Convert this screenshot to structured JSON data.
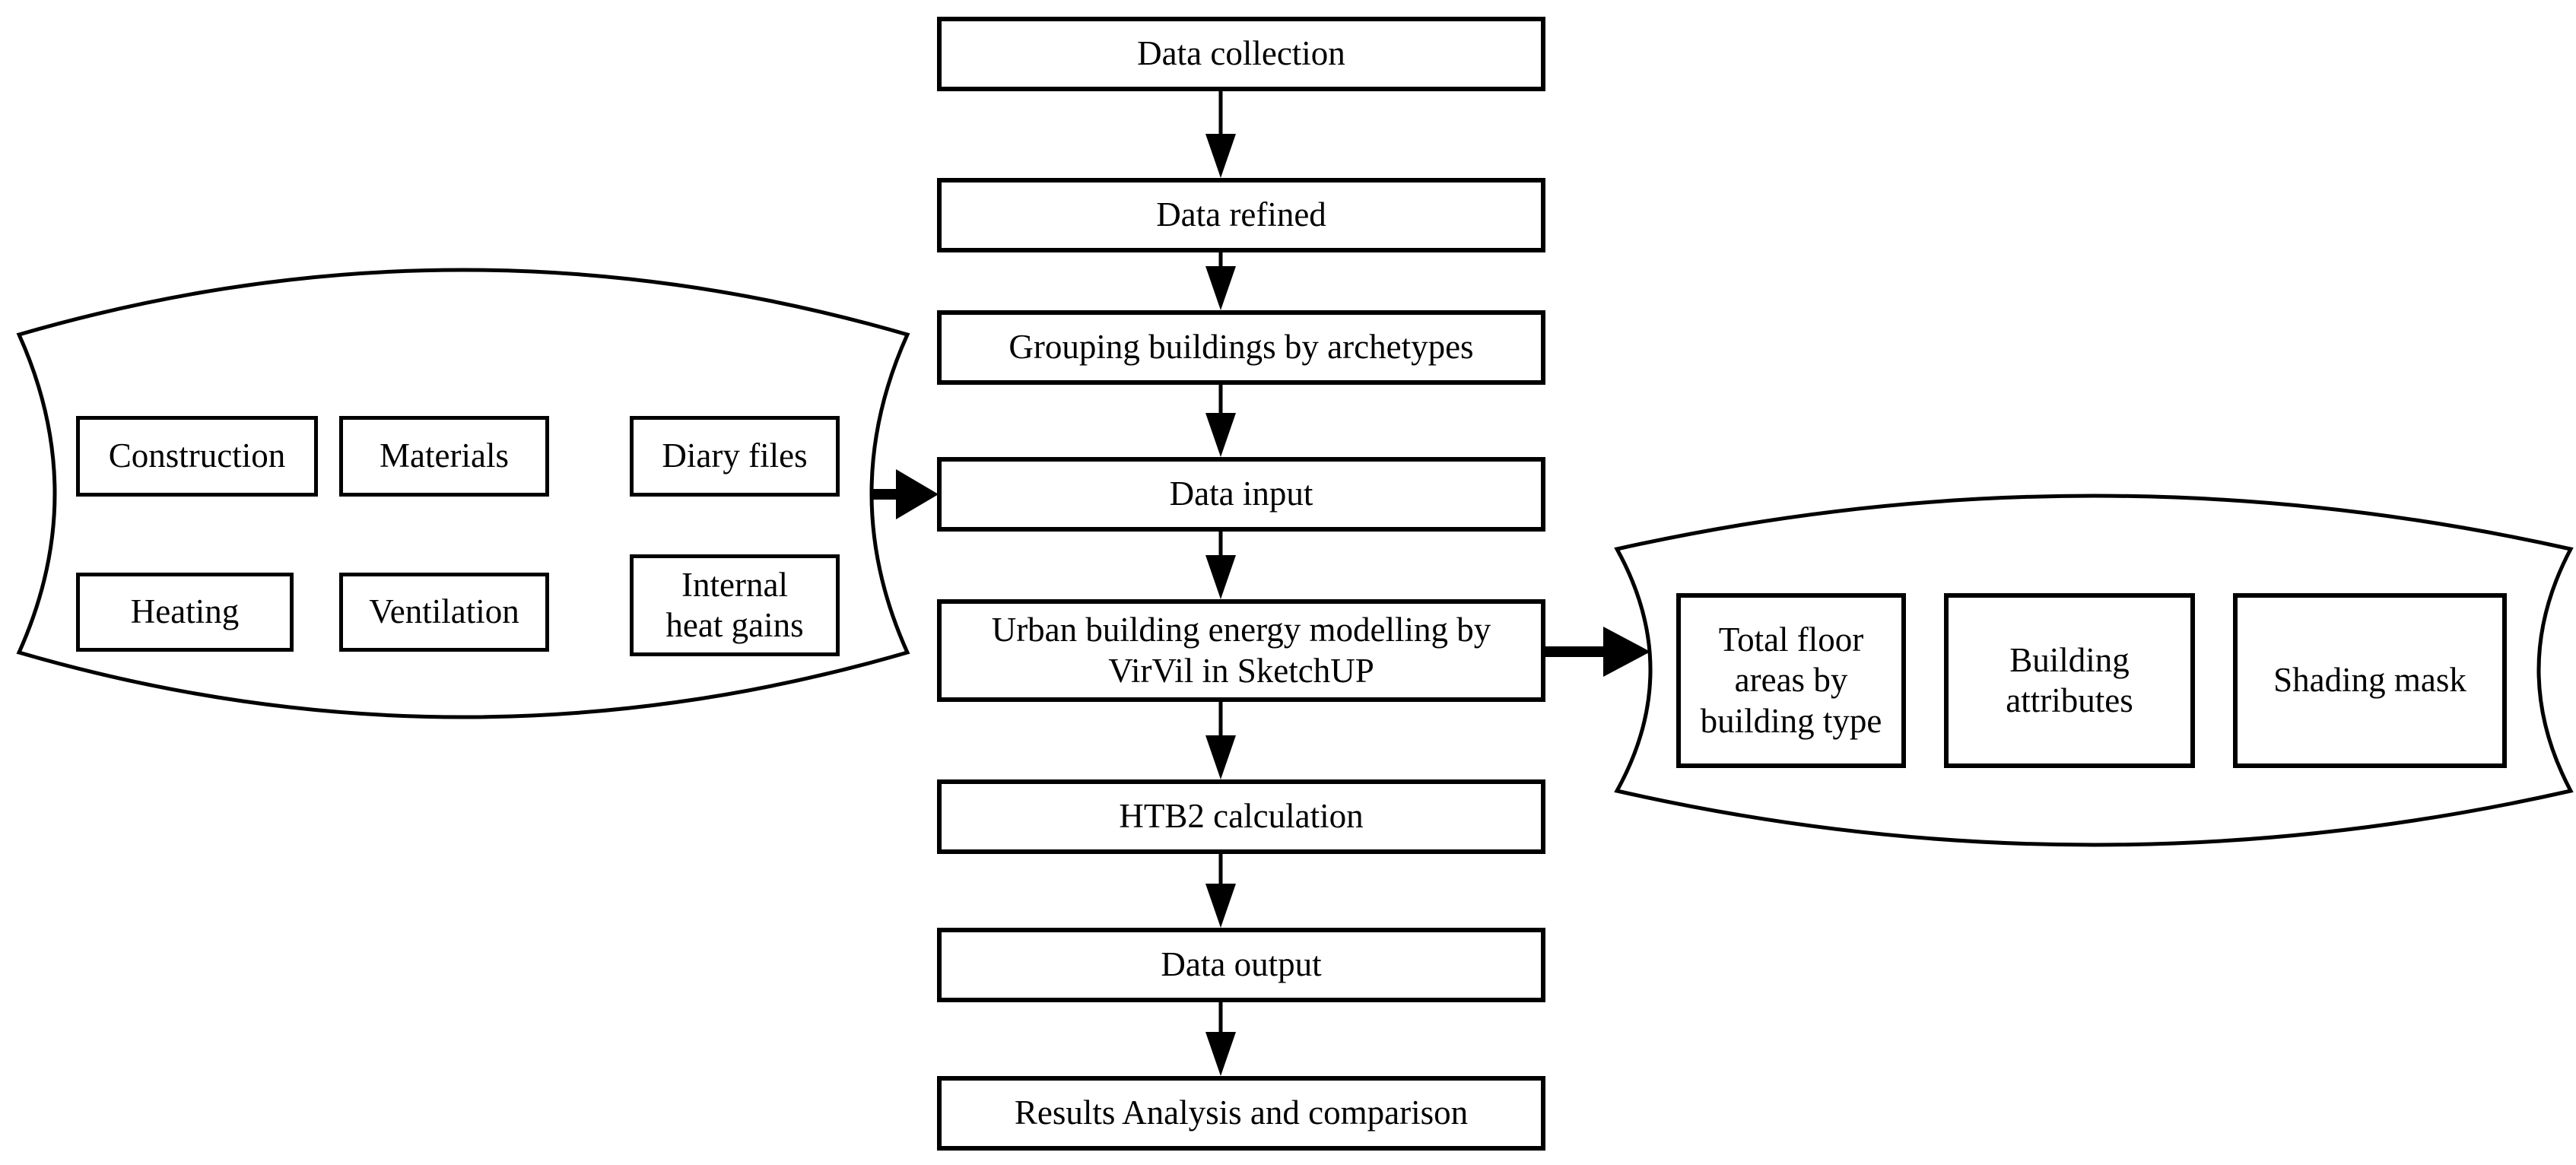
{
  "diagram": {
    "background_color": "#ffffff",
    "line_color": "#000000",
    "flow_steps": [
      {
        "label": "Data collection"
      },
      {
        "label": "Data refined"
      },
      {
        "label": "Grouping buildings by archetypes"
      },
      {
        "label": "Data input"
      },
      {
        "label": "Urban building energy modelling by\nVirVil in SketchUP"
      },
      {
        "label": "HTB2 calculation"
      },
      {
        "label": "Data output"
      },
      {
        "label": "Results Analysis and comparison"
      }
    ],
    "input_group": {
      "items": [
        {
          "label": "Construction"
        },
        {
          "label": "Materials"
        },
        {
          "label": "Diary files"
        },
        {
          "label": "Heating"
        },
        {
          "label": "Ventilation"
        },
        {
          "label": "Internal\nheat gains"
        }
      ]
    },
    "output_group": {
      "items": [
        {
          "label": "Total floor\nareas by\nbuilding type"
        },
        {
          "label": "Building\nattributes"
        },
        {
          "label": "Shading mask"
        }
      ]
    }
  }
}
